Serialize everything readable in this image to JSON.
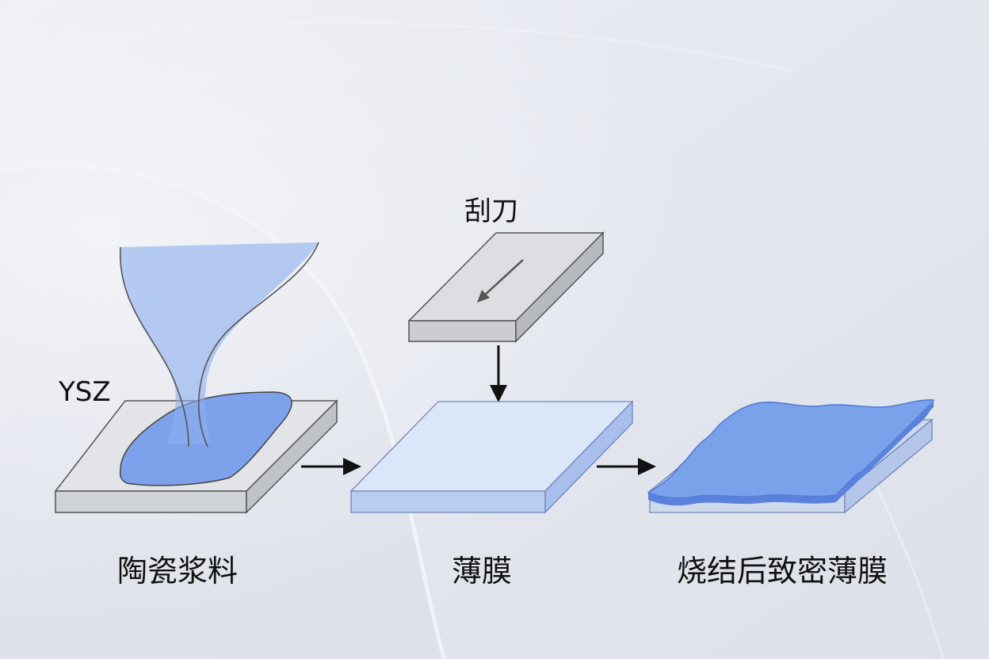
{
  "labels": {
    "material": "YSZ",
    "blade": "刮刀",
    "stage1": "陶瓷浆料",
    "stage2": "薄膜",
    "stage3": "烧结后致密薄膜"
  },
  "colors": {
    "background": "#e3e6ee",
    "substrate_top": "#e2e4e7",
    "substrate_side": "#cfd2d6",
    "slurry": "#7ea1ec",
    "film_top": "#dbe6f9",
    "film_side": "#b9cdf2",
    "sintered_top": "#6f98e8",
    "sintered_edge": "#5079d6",
    "arrow": "#111111",
    "outline": "#555555"
  },
  "icons": {
    "process_arrow": "right-arrow-icon",
    "press_arrow": "down-arrow-icon",
    "blade_direction": "down-left-arrow-icon"
  }
}
